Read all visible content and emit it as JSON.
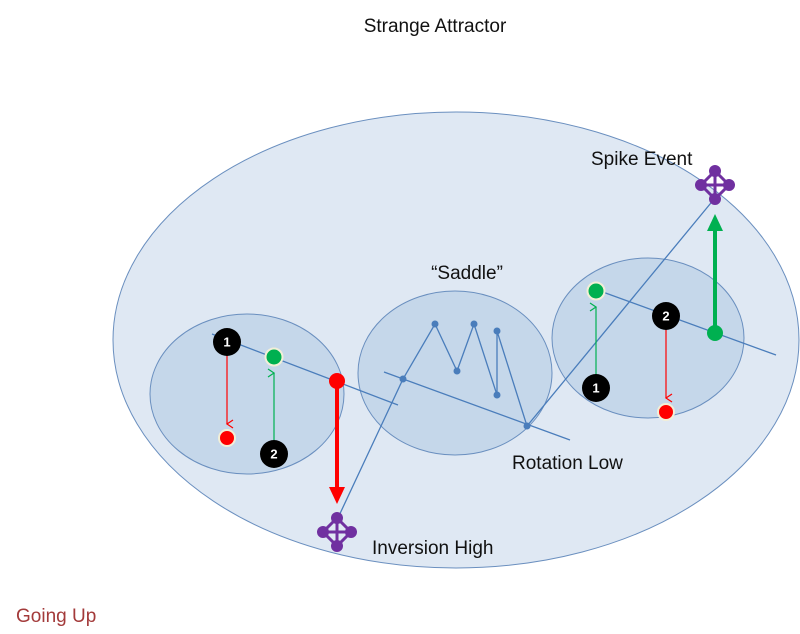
{
  "title": "Strange Attractor",
  "labels": {
    "saddle": "“Saddle”",
    "spike_event": "Spike Event",
    "rotation_low": "Rotation Low",
    "inversion_high": "Inversion High",
    "going_up": "Going Up"
  },
  "markers": {
    "left_one": "1",
    "left_two": "2",
    "right_one": "1",
    "right_two": "2"
  },
  "colors": {
    "outer_fill": "#dfe8f3",
    "inner_fill": "#c5d7ea",
    "stroke": "#6a8fbf",
    "line": "#4a7dbb",
    "green": "#00b050",
    "red": "#ff0000",
    "purple": "#7030a0",
    "going_up": "#a33a3a"
  }
}
